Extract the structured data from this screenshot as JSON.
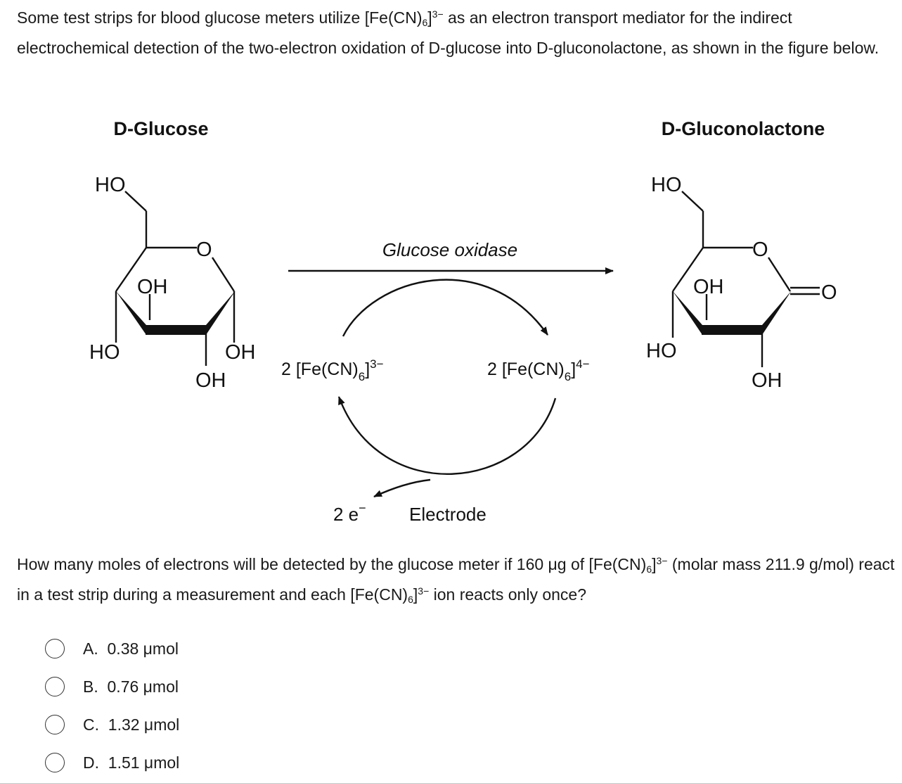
{
  "question": {
    "intro": {
      "t1": "Some test strips for blood glucose meters utilize [Fe(CN)",
      "sub": "6",
      "t2": "]",
      "sup": "3−",
      "t3": " as an electron transport mediator for the indirect electrochemical detection of the two-electron oxidation of D-glucose into D-gluconolactone, as shown in the figure below."
    },
    "prompt": {
      "t1": "How many moles of electrons will be detected by the glucose meter if 160 μg of [Fe(CN)",
      "sub1": "6",
      "t2": "]",
      "sup1": "3−",
      "t3": " (molar mass 211.9 g/mol) react in a test strip during a measurement and each [Fe(CN)",
      "sub2": "6",
      "t4": "]",
      "sup2": "3−",
      "t5": " ion reacts only once?"
    }
  },
  "figure": {
    "glucose_title": "D-Glucose",
    "product_title": "D-Gluconolactone",
    "enzyme": "Glucose oxidase",
    "ox_mediator": {
      "pre": "2 [Fe(CN)",
      "sub": "6",
      "post": "]",
      "sup": "3−"
    },
    "red_mediator": {
      "pre": "2 [Fe(CN)",
      "sub": "6",
      "post": "]",
      "sup": "4−"
    },
    "electrons": "2 e",
    "electrons_sup": "−",
    "electrode": "Electrode",
    "glucose_labels": {
      "top_ho": "HO",
      "ring_o": "O",
      "oh_in": "OH",
      "ho_left": "HO",
      "oh_right": "OH",
      "oh_bottom": "OH"
    },
    "product_labels": {
      "top_ho": "HO",
      "ring_o": "O",
      "oh_in": "OH",
      "carbonyl_o": "O",
      "ho_left": "HO",
      "oh_bottom": "OH"
    }
  },
  "options": [
    {
      "letter": "A.",
      "text": "0.38 μmol"
    },
    {
      "letter": "B.",
      "text": "0.76 μmol"
    },
    {
      "letter": "C.",
      "text": "1.32 μmol"
    },
    {
      "letter": "D.",
      "text": "1.51 μmol"
    }
  ]
}
